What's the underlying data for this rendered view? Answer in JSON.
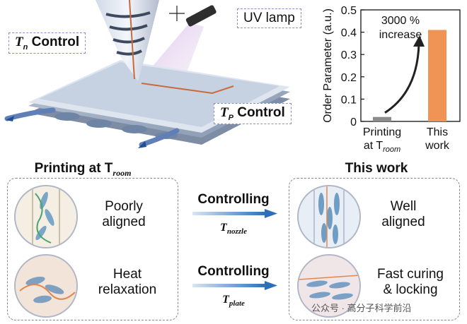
{
  "figure": {
    "uv_lamp_label": "UV lamp",
    "tn_control": {
      "symbol": "T",
      "subscript": "n",
      "text": "Control"
    },
    "tp_control": {
      "symbol": "T",
      "subscript": "P",
      "text": "Control"
    }
  },
  "chart_data": {
    "type": "bar",
    "categories": [
      "Printing at T_room",
      "This work"
    ],
    "category_lines": [
      [
        "Printing",
        "at T"
      ],
      [
        "This",
        "work"
      ]
    ],
    "category_subscript": "room",
    "values": [
      0.02,
      0.41
    ],
    "colors": [
      "#8c8c8c",
      "#ef9454"
    ],
    "ylabel": "Order Parameter (a.u.)",
    "ylim": [
      0,
      0.5
    ],
    "yticks": [
      "0",
      "0.1",
      "0.2",
      "0.3",
      "0.4",
      "0.5"
    ],
    "annotation": [
      "3000 %",
      "increase"
    ]
  },
  "panels": {
    "left": {
      "title": "Printing at T",
      "title_sub": "room",
      "rows": [
        {
          "text_lines": [
            "Poorly",
            "aligned"
          ]
        },
        {
          "text_lines": [
            "Heat",
            "relaxation"
          ]
        }
      ]
    },
    "right": {
      "title": "This work",
      "rows": [
        {
          "text_lines": [
            "Well",
            "aligned"
          ]
        },
        {
          "text_lines": [
            "Fast curing",
            "& locking"
          ]
        }
      ]
    },
    "arrows": [
      {
        "label": "Controlling",
        "sub_symbol": "T",
        "sub_text": "nozzle"
      },
      {
        "label": "Controlling",
        "sub_symbol": "T",
        "sub_text": "plate"
      }
    ]
  },
  "watermark": "公众号 · 高分子科学前沿"
}
